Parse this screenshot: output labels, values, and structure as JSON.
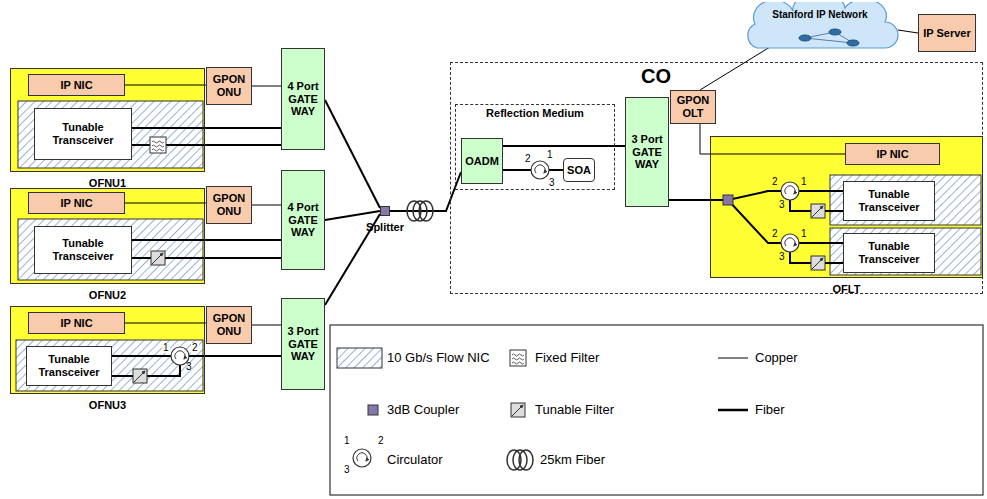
{
  "diagram": {
    "nodes": [
      {
        "text": [
          "OFNU1"
        ]
      },
      {
        "text": [
          "IP NIC"
        ],
        "in": 0
      },
      {
        "text": [
          "Tunable Transceiver"
        ],
        "in": 0
      },
      {
        "text": [
          "OFNU2"
        ]
      },
      {
        "text": [
          "IP NIC"
        ],
        "in": 3
      },
      {
        "text": [
          "Tunable Transceiver"
        ],
        "in": 3
      },
      {
        "text": [
          "OFNU3"
        ]
      },
      {
        "text": [
          "IP NIC"
        ],
        "in": 6
      },
      {
        "text": [
          "Tunable Transceiver"
        ],
        "in": 6
      },
      {
        "text": [
          "GPON ONU"
        ]
      },
      {
        "text": [
          "GPON ONU"
        ]
      },
      {
        "text": [
          "GPON ONU"
        ]
      },
      {
        "text": [
          "4 Port GATE WAY"
        ]
      },
      {
        "text": [
          "4 Port GATE WAY"
        ]
      },
      {
        "text": [
          "3 Port GATE WAY"
        ]
      },
      {
        "text": [
          "Splitter"
        ]
      },
      {
        "text": [
          "CO"
        ]
      },
      {
        "text": [
          "Reflection Medium"
        ],
        "in": 16
      },
      {
        "text": [
          "OADM"
        ],
        "in": 17
      },
      {
        "text": [
          "SOA"
        ],
        "in": 17
      },
      {
        "text": [
          "3 Port GATE WAY"
        ],
        "in": 16
      },
      {
        "text": [
          "GPON OLT"
        ],
        "in": 16
      },
      {
        "text": [
          "OFLT"
        ],
        "in": 16
      },
      {
        "text": [
          "IP NIC"
        ],
        "in": 22
      },
      {
        "text": [
          "Tunable Transceiver"
        ],
        "in": 22
      },
      {
        "text": [
          "Tunable Transceiver"
        ],
        "in": 22
      },
      {
        "text": [
          "Stanford IP Network"
        ]
      },
      {
        "text": [
          "IP Server"
        ]
      }
    ],
    "edges": [
      {
        "from": 1,
        "to": 9,
        "arrow": "none"
      },
      {
        "from": 9,
        "to": 12,
        "arrow": "none"
      },
      {
        "from": 4,
        "to": 10,
        "arrow": "none"
      },
      {
        "from": 10,
        "to": 13,
        "arrow": "none"
      },
      {
        "from": 7,
        "to": 11,
        "arrow": "none"
      },
      {
        "from": 11,
        "to": 14,
        "arrow": "none"
      },
      {
        "from": 2,
        "to": 12,
        "arrow": "none"
      },
      {
        "from": 2,
        "to": 12,
        "arrow": "none"
      },
      {
        "from": 5,
        "to": 13,
        "arrow": "none"
      },
      {
        "from": 5,
        "to": 13,
        "arrow": "none"
      },
      {
        "from": 8,
        "to": 14,
        "arrow": "none"
      },
      {
        "from": 12,
        "to": 15,
        "arrow": "none"
      },
      {
        "from": 13,
        "to": 15,
        "arrow": "none"
      },
      {
        "from": 14,
        "to": 15,
        "arrow": "none"
      },
      {
        "from": 15,
        "to": 18,
        "arrow": "none"
      },
      {
        "from": 18,
        "to": 19,
        "arrow": "none"
      },
      {
        "from": 18,
        "to": 20,
        "arrow": "none"
      },
      {
        "from": 21,
        "to": 26,
        "arrow": "none"
      },
      {
        "from": 26,
        "to": 27,
        "arrow": "none"
      },
      {
        "from": 21,
        "to": 23,
        "arrow": "none"
      },
      {
        "from": 20,
        "to": 24,
        "arrow": "none"
      },
      {
        "from": 20,
        "to": 25,
        "arrow": "none"
      }
    ],
    "labels": [
      "1",
      "2",
      "3",
      "1",
      "2",
      "3",
      "2",
      "1",
      "3",
      "2",
      "1",
      "3",
      "1",
      "2",
      "3"
    ],
    "legend": [
      {
        "text": "10 Gb/s Flow NIC"
      },
      {
        "text": "Fixed Filter"
      },
      {
        "text": "Copper"
      },
      {
        "text": "3dB Coupler"
      },
      {
        "text": "Tunable Filter"
      },
      {
        "text": "Fiber"
      },
      {
        "text": "Circulator"
      },
      {
        "text": "25km Fiber"
      }
    ]
  }
}
